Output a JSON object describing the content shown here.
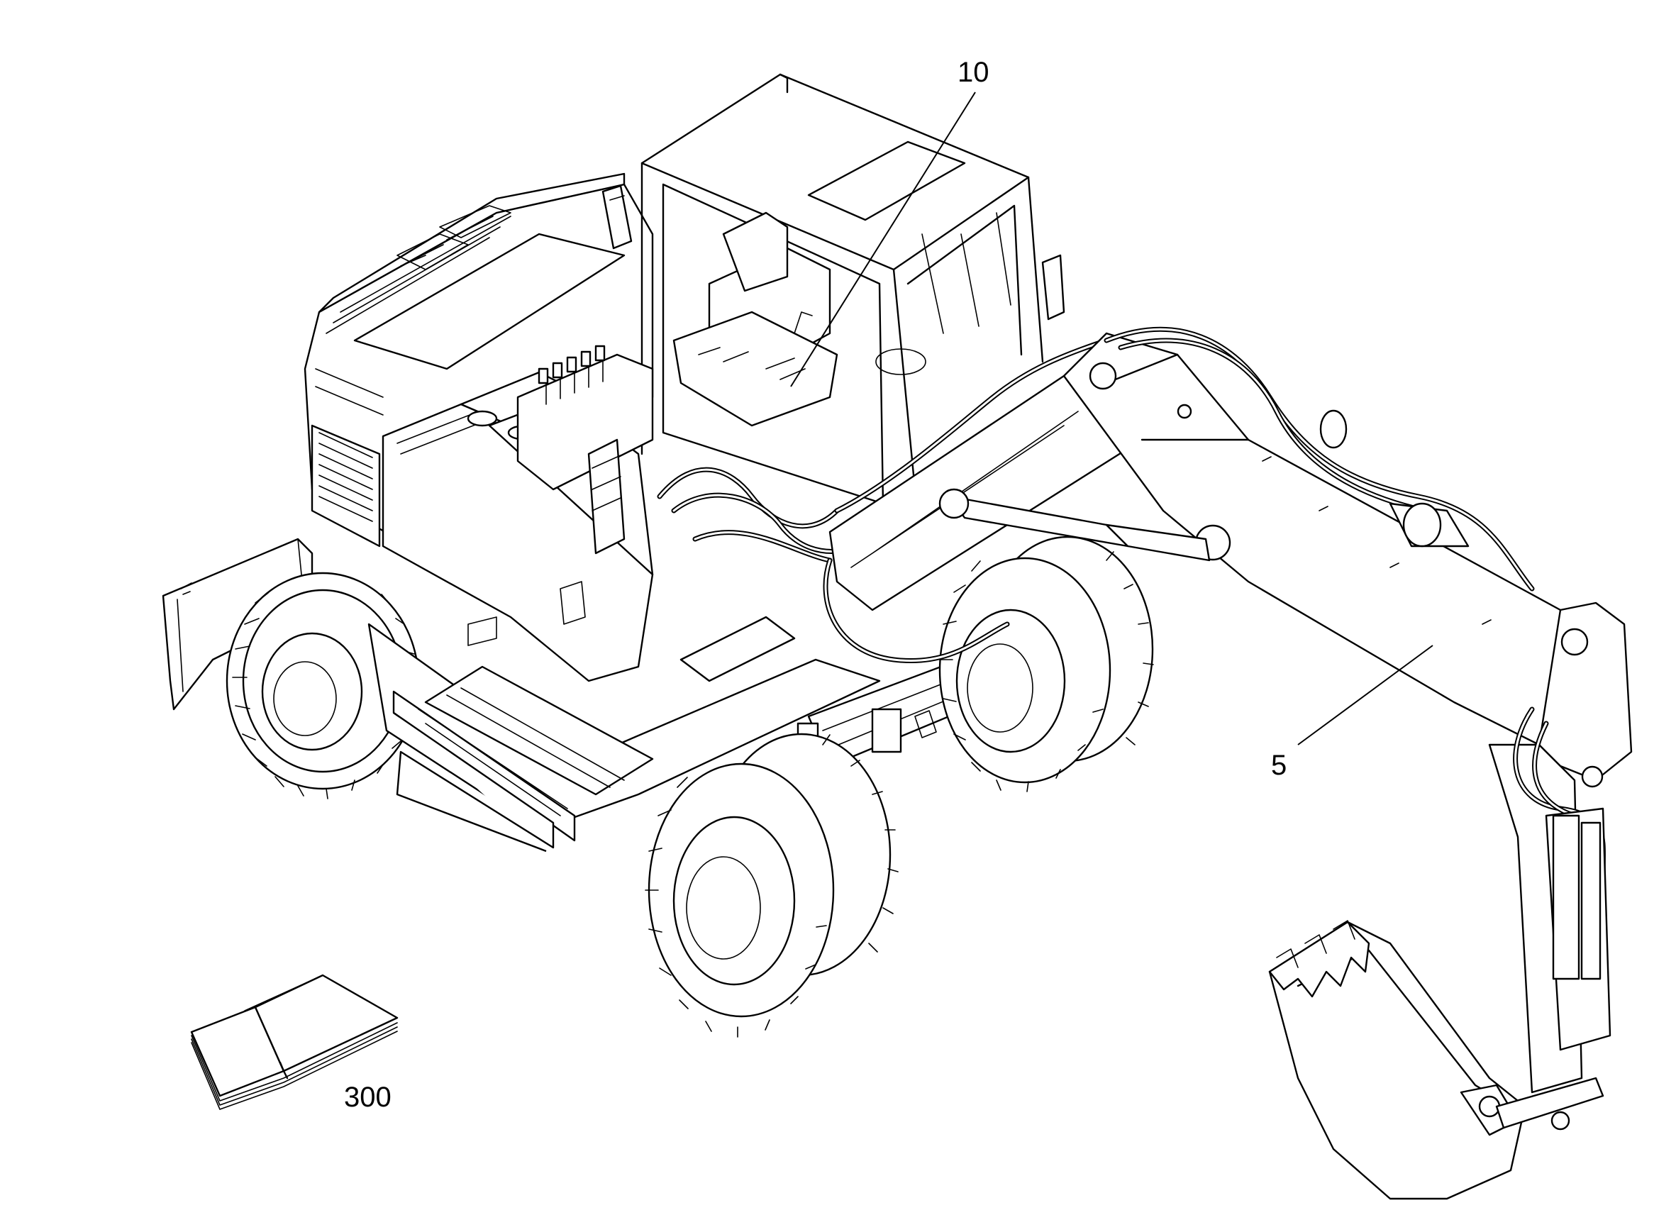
{
  "callouts": [
    {
      "id": "cab-controls",
      "label": "10"
    },
    {
      "id": "boom-hoses",
      "label": "5"
    },
    {
      "id": "manual",
      "label": "300"
    }
  ]
}
